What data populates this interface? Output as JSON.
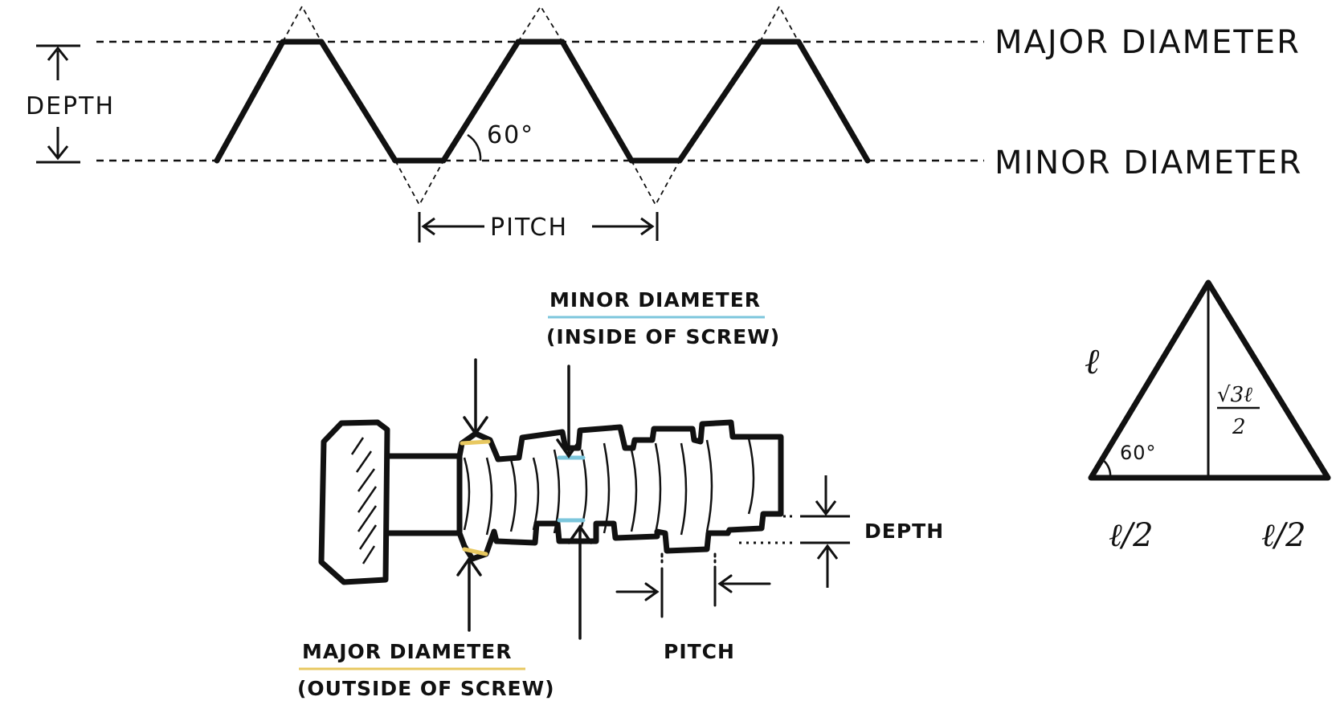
{
  "profile": {
    "major_label": "MAJOR DIAMETER",
    "minor_label": "MINOR DIAMETER",
    "depth_label": "DEPTH",
    "pitch_label": "PITCH",
    "angle_label": "60°"
  },
  "screw": {
    "minor_title": "MINOR DIAMETER",
    "minor_sub": "(INSIDE OF SCREW)",
    "major_title": "MAJOR DIAMETER",
    "major_sub": "(OUTSIDE OF SCREW)",
    "depth_label": "DEPTH",
    "pitch_label": "PITCH",
    "colors": {
      "major": "#e8c860",
      "minor": "#7cc6dc",
      "ink": "#111111"
    }
  },
  "triangle": {
    "side_label": "ℓ",
    "height_num": "√3ℓ",
    "height_den": "2",
    "angle_label": "60°",
    "half_left": "ℓ/2",
    "half_right": "ℓ/2"
  }
}
